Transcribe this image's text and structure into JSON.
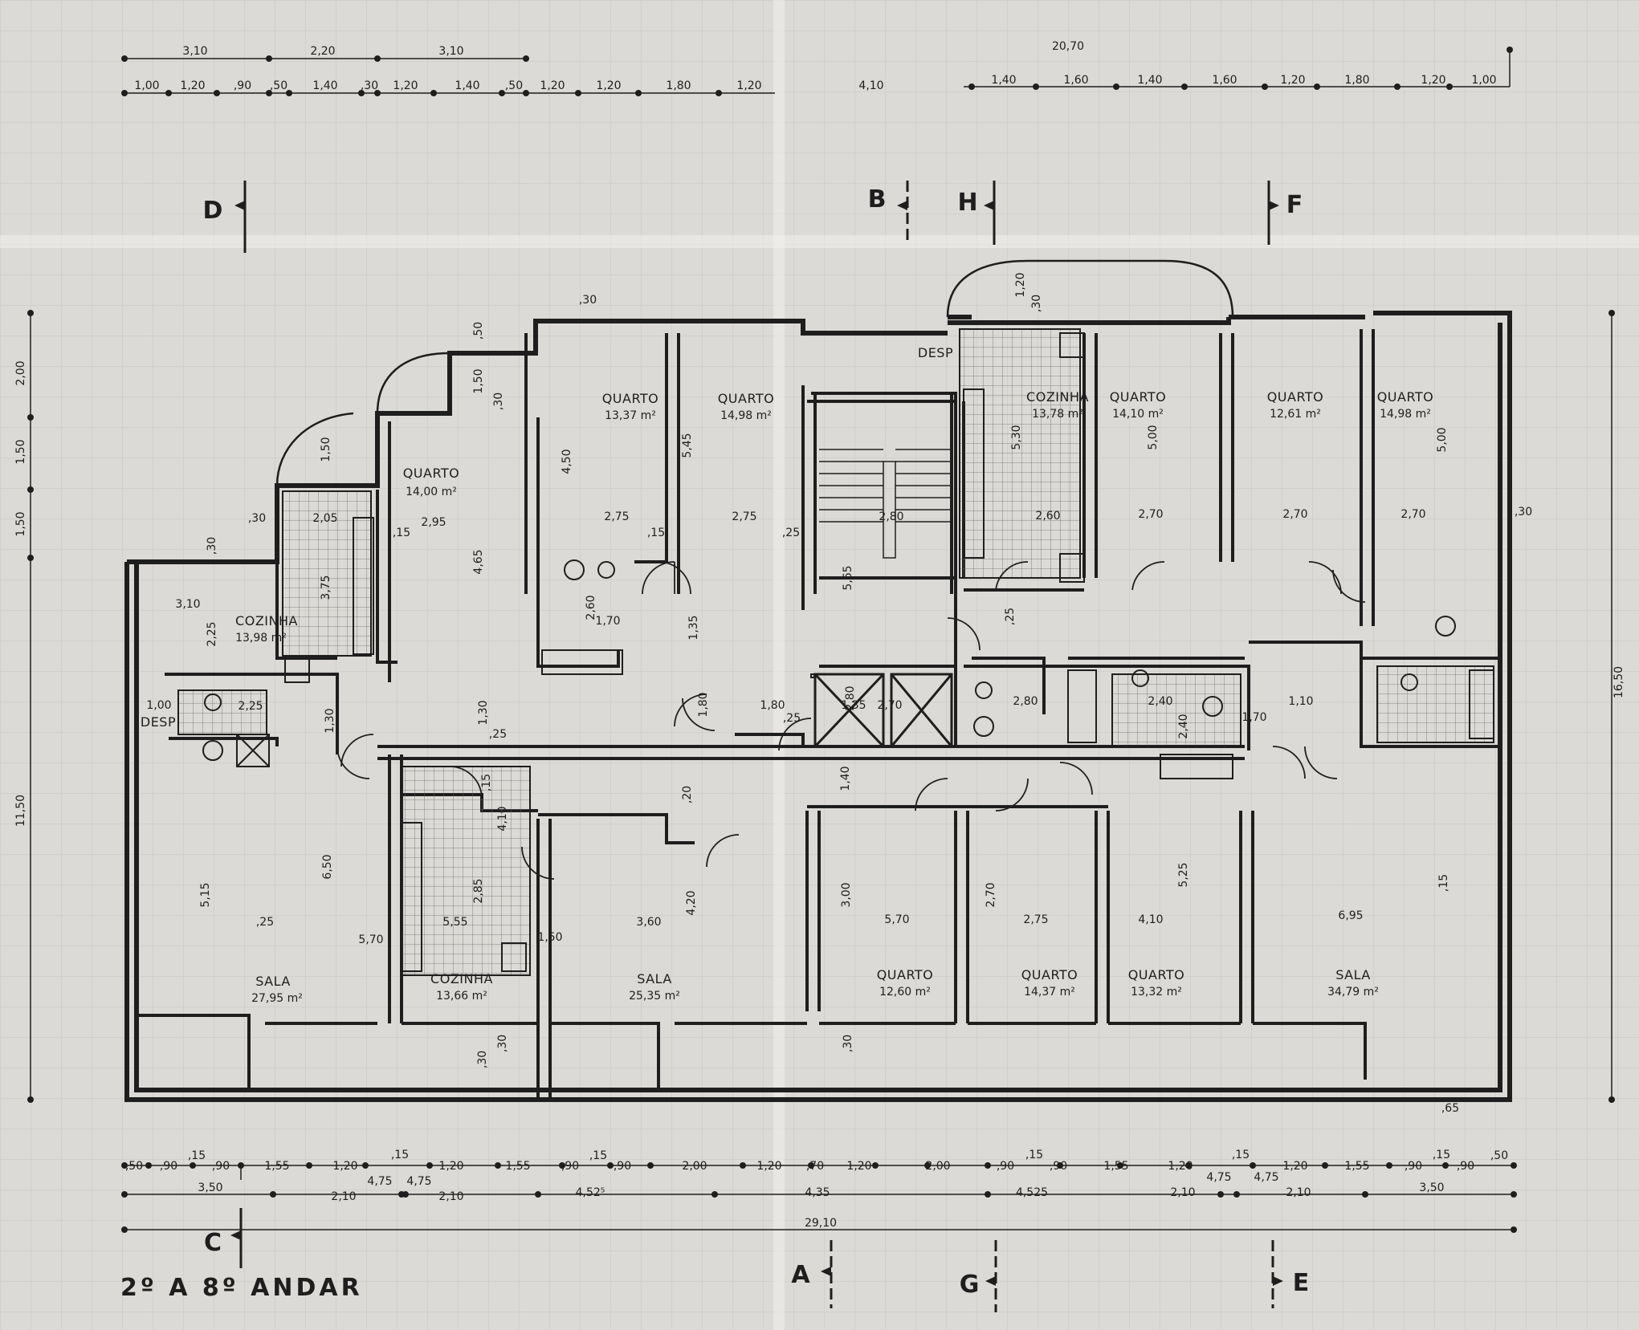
{
  "sheet": {
    "floor_label": "2º A 8º ANDAR",
    "colors": {
      "paper": "#dcdad6",
      "ink": "#1e1e1e",
      "grid": "#c9c7c3",
      "fold": "#f2f1ee"
    }
  },
  "sections": [
    "D",
    "B",
    "H",
    "F",
    "C",
    "A",
    "G",
    "E"
  ],
  "rooms": [
    {
      "name": "QUARTO",
      "area": "14,00 m²"
    },
    {
      "name": "QUARTO",
      "area": "13,37 m²"
    },
    {
      "name": "QUARTO",
      "area": "14,98 m²"
    },
    {
      "name": "COZINHA",
      "area": "13,78 m²"
    },
    {
      "name": "QUARTO",
      "area": "14,10 m²"
    },
    {
      "name": "QUARTO",
      "area": "12,61 m²"
    },
    {
      "name": "QUARTO",
      "area": "14,98 m²"
    },
    {
      "name": "COZINHA",
      "area": "13,98 m²"
    },
    {
      "name": "DESP",
      "area": ""
    },
    {
      "name": "DESP",
      "area": ""
    },
    {
      "name": "SALA",
      "area": "27,95 m²"
    },
    {
      "name": "COZINHA",
      "area": "13,66 m²"
    },
    {
      "name": "SALA",
      "area": "25,35 m²"
    },
    {
      "name": "QUARTO",
      "area": "12,60 m²"
    },
    {
      "name": "QUARTO",
      "area": "14,37 m²"
    },
    {
      "name": "QUARTO",
      "area": "13,32 m²"
    },
    {
      "name": "SALA",
      "area": "34,79 m²"
    }
  ],
  "dims_top_row1": [
    "3,10",
    "2,20",
    "3,10",
    "20,70"
  ],
  "dims_top_row2": [
    "1,00",
    "1,20",
    ",90",
    ",50",
    "1,40",
    ",30",
    "1,20",
    "1,40",
    ",50",
    "1,20",
    "1,20",
    "1,80",
    "1,20",
    "4,10",
    "1,40",
    "1,60",
    "1,40",
    "1,60",
    "1,20",
    "1,80",
    "1,20",
    "1,00"
  ],
  "dims_bottom_row1": [
    ",50",
    ",90",
    ",15",
    ",90",
    "1,55",
    "1,20",
    ",15",
    "1,20",
    "1,55",
    ",90",
    ",15",
    ",90",
    "2,00",
    "1,20",
    ",70",
    "1,20",
    "2,00",
    ",90",
    ",15",
    ",90",
    "1,55",
    "1,20",
    ",15",
    "1,20",
    "1,55",
    ",90",
    ",15",
    ",90",
    ",50"
  ],
  "dims_bottom_row2": [
    "3,50",
    "2,10",
    "4,75",
    "4,75",
    "2,10",
    "4,52⁵",
    "4,35",
    "4,525",
    "2,10",
    "4,75",
    "4,75",
    "2,10",
    "3,50"
  ],
  "dims_bottom_total": "29,10",
  "dims_left": [
    "2,00",
    "1,50",
    "1,50",
    "11,50"
  ],
  "dims_right": "16,50",
  "dims_interior": [
    ",50",
    "1,50",
    ",30",
    "1,50",
    ",30",
    "2,95",
    "4,65",
    ",30",
    "2,05",
    "3,75",
    "3,10",
    "2,25",
    ",30",
    ",15",
    "4,50",
    "2,75",
    "5,45",
    "2,75",
    ",15",
    "2,60",
    "1,70",
    "1,35",
    "2,80",
    ",25",
    "5,65",
    "1,20",
    ",30",
    "5,30",
    "2,60",
    "5,00",
    "2,70",
    "2,70",
    "5,00",
    "2,70",
    ",30",
    "1,00",
    "2,25",
    "1,30",
    "1,30",
    ",25",
    "1,80",
    "1,80",
    ",25",
    "1,35",
    "2,80",
    "2,70",
    "2,80",
    "2,40",
    "2,40",
    "1,10",
    "1,40",
    ",25",
    "1,70",
    ",20",
    ",15",
    "4,10",
    "2,85",
    "5,55",
    "6,50",
    "5,15",
    ",25",
    "5,70",
    "3,60",
    "4,20",
    "3,00",
    "5,70",
    "2,70",
    "2,75",
    "4,10",
    "5,25",
    "6,95",
    ",15",
    "1,50",
    ",30",
    ",30",
    ",30",
    ",65"
  ]
}
